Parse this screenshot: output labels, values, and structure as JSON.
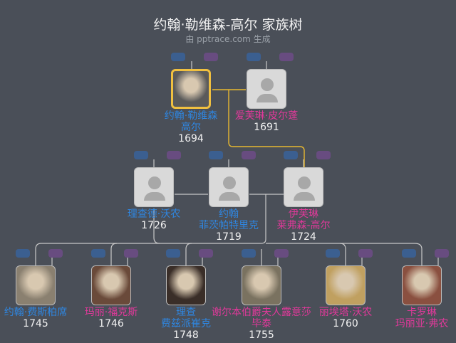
{
  "header": {
    "title": "约翰·勒维森-高尔 家族树",
    "subtitle": "由 pptrace.com 生成"
  },
  "colors": {
    "male": "#2f86e0",
    "female": "#e0399a",
    "selected": "#f0c040",
    "background": "#4a4f58"
  },
  "people": [
    {
      "id": "p0",
      "name": "约翰·勒维森",
      "name2": "高尔",
      "year": "1694",
      "gender": "m",
      "photo": true,
      "selected": true,
      "portrait": "#5a5a5a"
    },
    {
      "id": "p1",
      "name": "爱芙琳·皮尔蓬",
      "name2": "",
      "year": "1691",
      "gender": "f",
      "photo": false
    },
    {
      "id": "p2",
      "name": "理查德·沃农",
      "name2": "",
      "year": "1726",
      "gender": "m",
      "photo": false
    },
    {
      "id": "p3",
      "name": "约翰",
      "name2": "菲茨帕特里克",
      "year": "1719",
      "gender": "m",
      "photo": false
    },
    {
      "id": "p4",
      "name": "伊芙琳",
      "name2": "莱弗森-高尔",
      "year": "1724",
      "gender": "f",
      "photo": false
    },
    {
      "id": "p5",
      "name": "约翰·费斯柏席",
      "name2": "",
      "year": "1745",
      "gender": "m",
      "photo": true,
      "portrait": "#8a8070"
    },
    {
      "id": "p6",
      "name": "玛丽·福克斯",
      "name2": "",
      "year": "1746",
      "gender": "f",
      "photo": true,
      "portrait": "#6a4a3a"
    },
    {
      "id": "p7",
      "name": "理查",
      "name2": "费兹派崔克",
      "year": "1748",
      "gender": "m",
      "photo": true,
      "portrait": "#3a2e28"
    },
    {
      "id": "p8",
      "name": "谢尔本伯爵夫人露意莎",
      "name2": "毕泰",
      "year": "1755",
      "gender": "f",
      "photo": true,
      "portrait": "#7a7260"
    },
    {
      "id": "p9",
      "name": "丽埃塔·沃农",
      "name2": "",
      "year": "1760",
      "gender": "f",
      "photo": true,
      "portrait": "#c0a060"
    },
    {
      "id": "p10",
      "name": "卡罗琳",
      "name2": "玛丽亚·弗农",
      "year": "",
      "gender": "f",
      "photo": true,
      "portrait": "#8a5040"
    }
  ]
}
